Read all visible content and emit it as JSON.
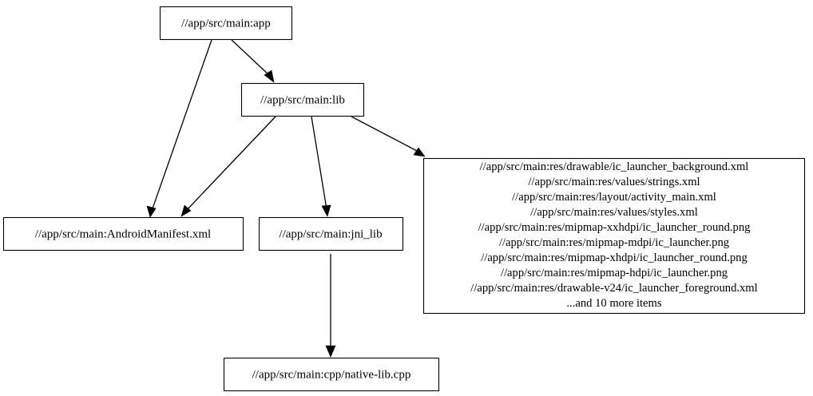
{
  "graph": {
    "type": "directed-dependency-graph",
    "background_color": "#ffffff",
    "node_fill": "#ffffff",
    "node_stroke": "#000000",
    "edge_color": "#000000",
    "nodes": [
      {
        "id": "app",
        "label": "//app/src/main:app"
      },
      {
        "id": "lib",
        "label": "//app/src/main:lib"
      },
      {
        "id": "manifest",
        "label": "//app/src/main:AndroidManifest.xml"
      },
      {
        "id": "jni_lib",
        "label": "//app/src/main:jni_lib"
      },
      {
        "id": "native_lib",
        "label": "//app/src/main:cpp/native-lib.cpp"
      }
    ],
    "resources_node": {
      "id": "resources",
      "lines": [
        "//app/src/main:res/drawable/ic_launcher_background.xml",
        "//app/src/main:res/values/strings.xml",
        "//app/src/main:res/layout/activity_main.xml",
        "//app/src/main:res/values/styles.xml",
        "//app/src/main:res/mipmap-xxhdpi/ic_launcher_round.png",
        "//app/src/main:res/mipmap-mdpi/ic_launcher.png",
        "//app/src/main:res/mipmap-xhdpi/ic_launcher_round.png",
        "//app/src/main:res/mipmap-hdpi/ic_launcher.png",
        "//app/src/main:res/drawable-v24/ic_launcher_foreground.xml",
        "...and 10 more items"
      ]
    },
    "edges": [
      {
        "from": "app",
        "to": "lib"
      },
      {
        "from": "app",
        "to": "manifest"
      },
      {
        "from": "lib",
        "to": "manifest"
      },
      {
        "from": "lib",
        "to": "jni_lib"
      },
      {
        "from": "lib",
        "to": "resources"
      },
      {
        "from": "jni_lib",
        "to": "native_lib"
      }
    ]
  }
}
